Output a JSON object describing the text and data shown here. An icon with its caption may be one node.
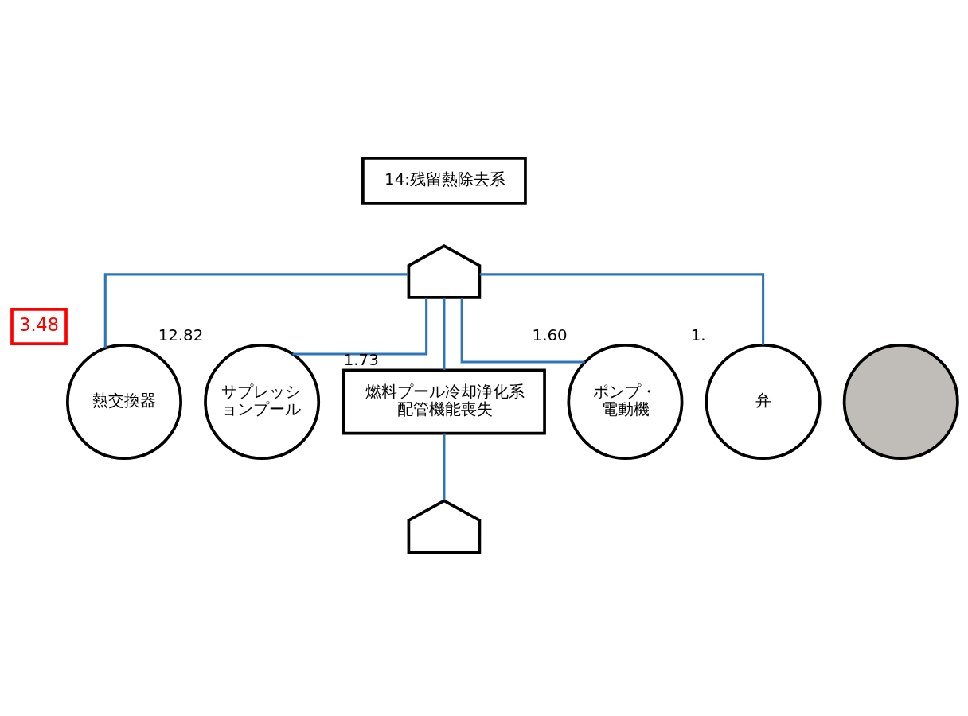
{
  "diagram": {
    "nodes": [
      {
        "text": [
          "14:残留熱除去系"
        ]
      },
      {
        "text": [],
        "shape": "gate"
      },
      {
        "text": [],
        "shape": "circle"
      },
      {
        "text": [
          "熱交換器"
        ],
        "beside": [
          "3.48"
        ]
      },
      {
        "text": [
          "サプレッションプール"
        ],
        "beside": [
          "12.82"
        ]
      },
      {
        "text": [
          "燃料プール冷却浄化系配管機能喪失"
        ],
        "beside": [
          "1.73"
        ]
      },
      {
        "text": [],
        "shape": "gate"
      },
      {
        "text": [
          "ポンプ・電動機"
        ],
        "beside": [
          "1.60"
        ]
      },
      {
        "text": [
          "弁"
        ],
        "beside": [
          "1."
        ]
      }
    ],
    "edges": [
      {
        "from": 1,
        "to": 3,
        "arrow": "none"
      },
      {
        "from": 1,
        "to": 4,
        "arrow": "none"
      },
      {
        "from": 1,
        "to": 5,
        "arrow": "none"
      },
      {
        "from": 1,
        "to": 7,
        "arrow": "none"
      },
      {
        "from": 1,
        "to": 8,
        "arrow": "none"
      },
      {
        "from": 5,
        "to": 6,
        "arrow": "none"
      }
    ]
  }
}
